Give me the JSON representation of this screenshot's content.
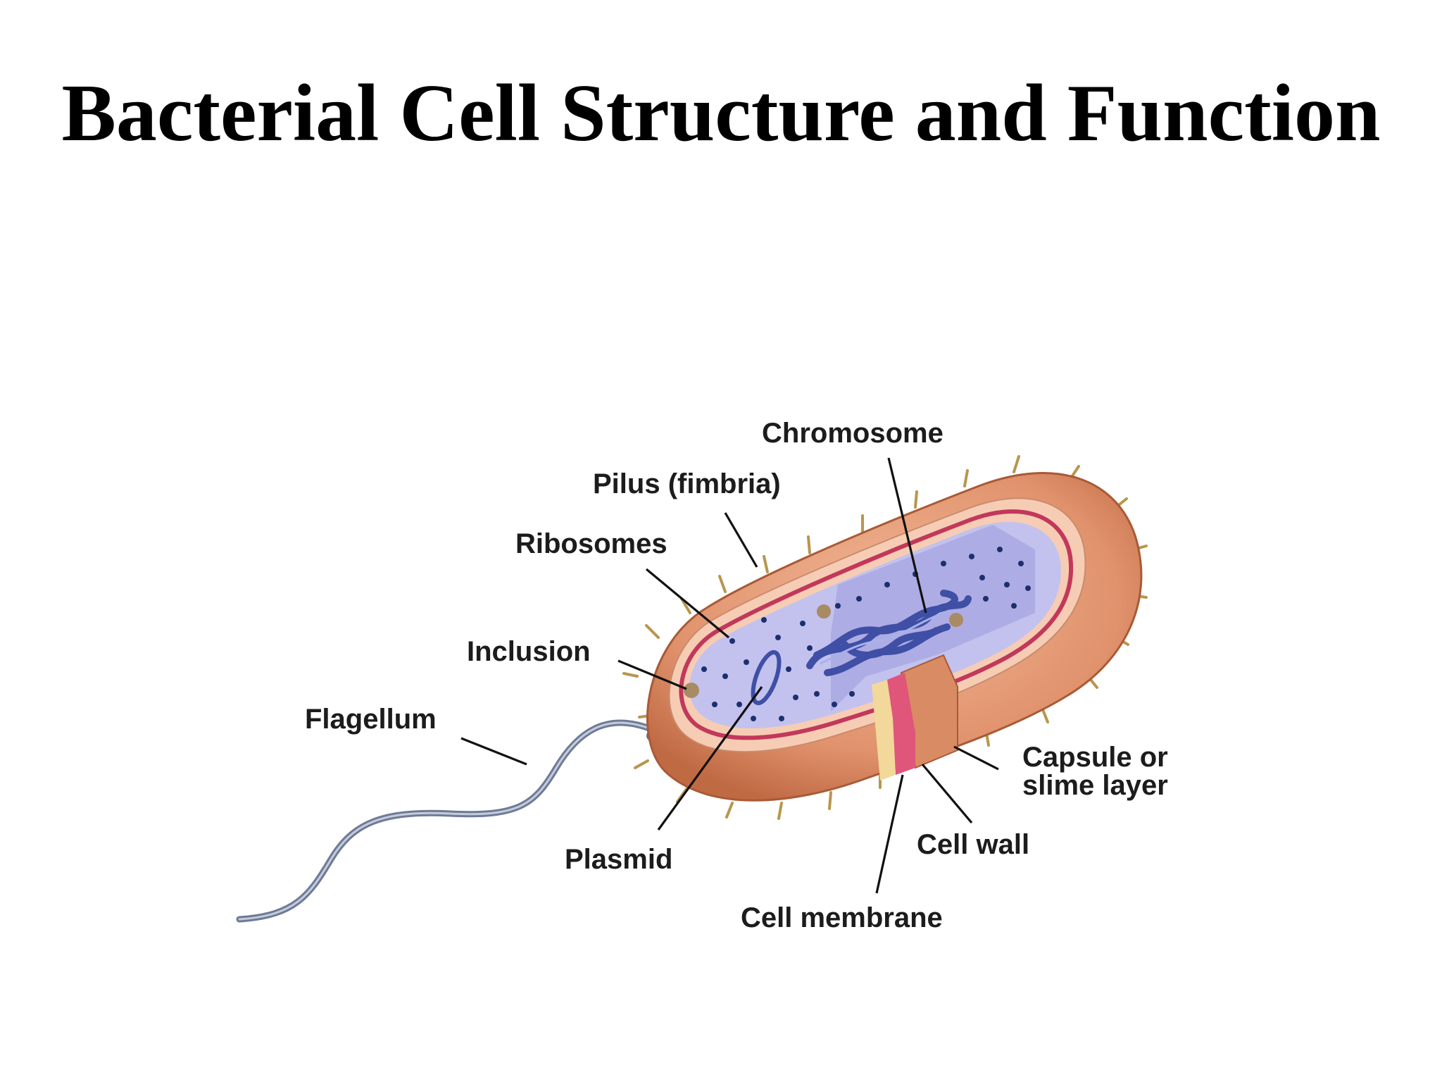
{
  "slide": {
    "title": "Bacterial Cell Structure and Function"
  },
  "diagram": {
    "labels": {
      "chromosome": "Chromosome",
      "pilus": "Pilus (fimbria)",
      "ribosomes": "Ribosomes",
      "inclusion": "Inclusion",
      "flagellum": "Flagellum",
      "plasmid": "Plasmid",
      "capsule_line1": "Capsule or",
      "capsule_line2": "slime layer",
      "cell_wall": "Cell wall",
      "cell_membrane": "Cell membrane"
    },
    "colors": {
      "capsule": "#e39a77",
      "capsule_dark": "#b8623e",
      "cell_wall": "#f4c4a8",
      "membrane": "#c2385a",
      "cytoplasm": "#b5b3e8",
      "cytoplasm_light": "#c9c7f0",
      "chromosome": "#3f4fa6",
      "ribosome": "#1c2f6e",
      "flagellum": "#8e9bb5",
      "pili": "#c8a55a"
    }
  }
}
